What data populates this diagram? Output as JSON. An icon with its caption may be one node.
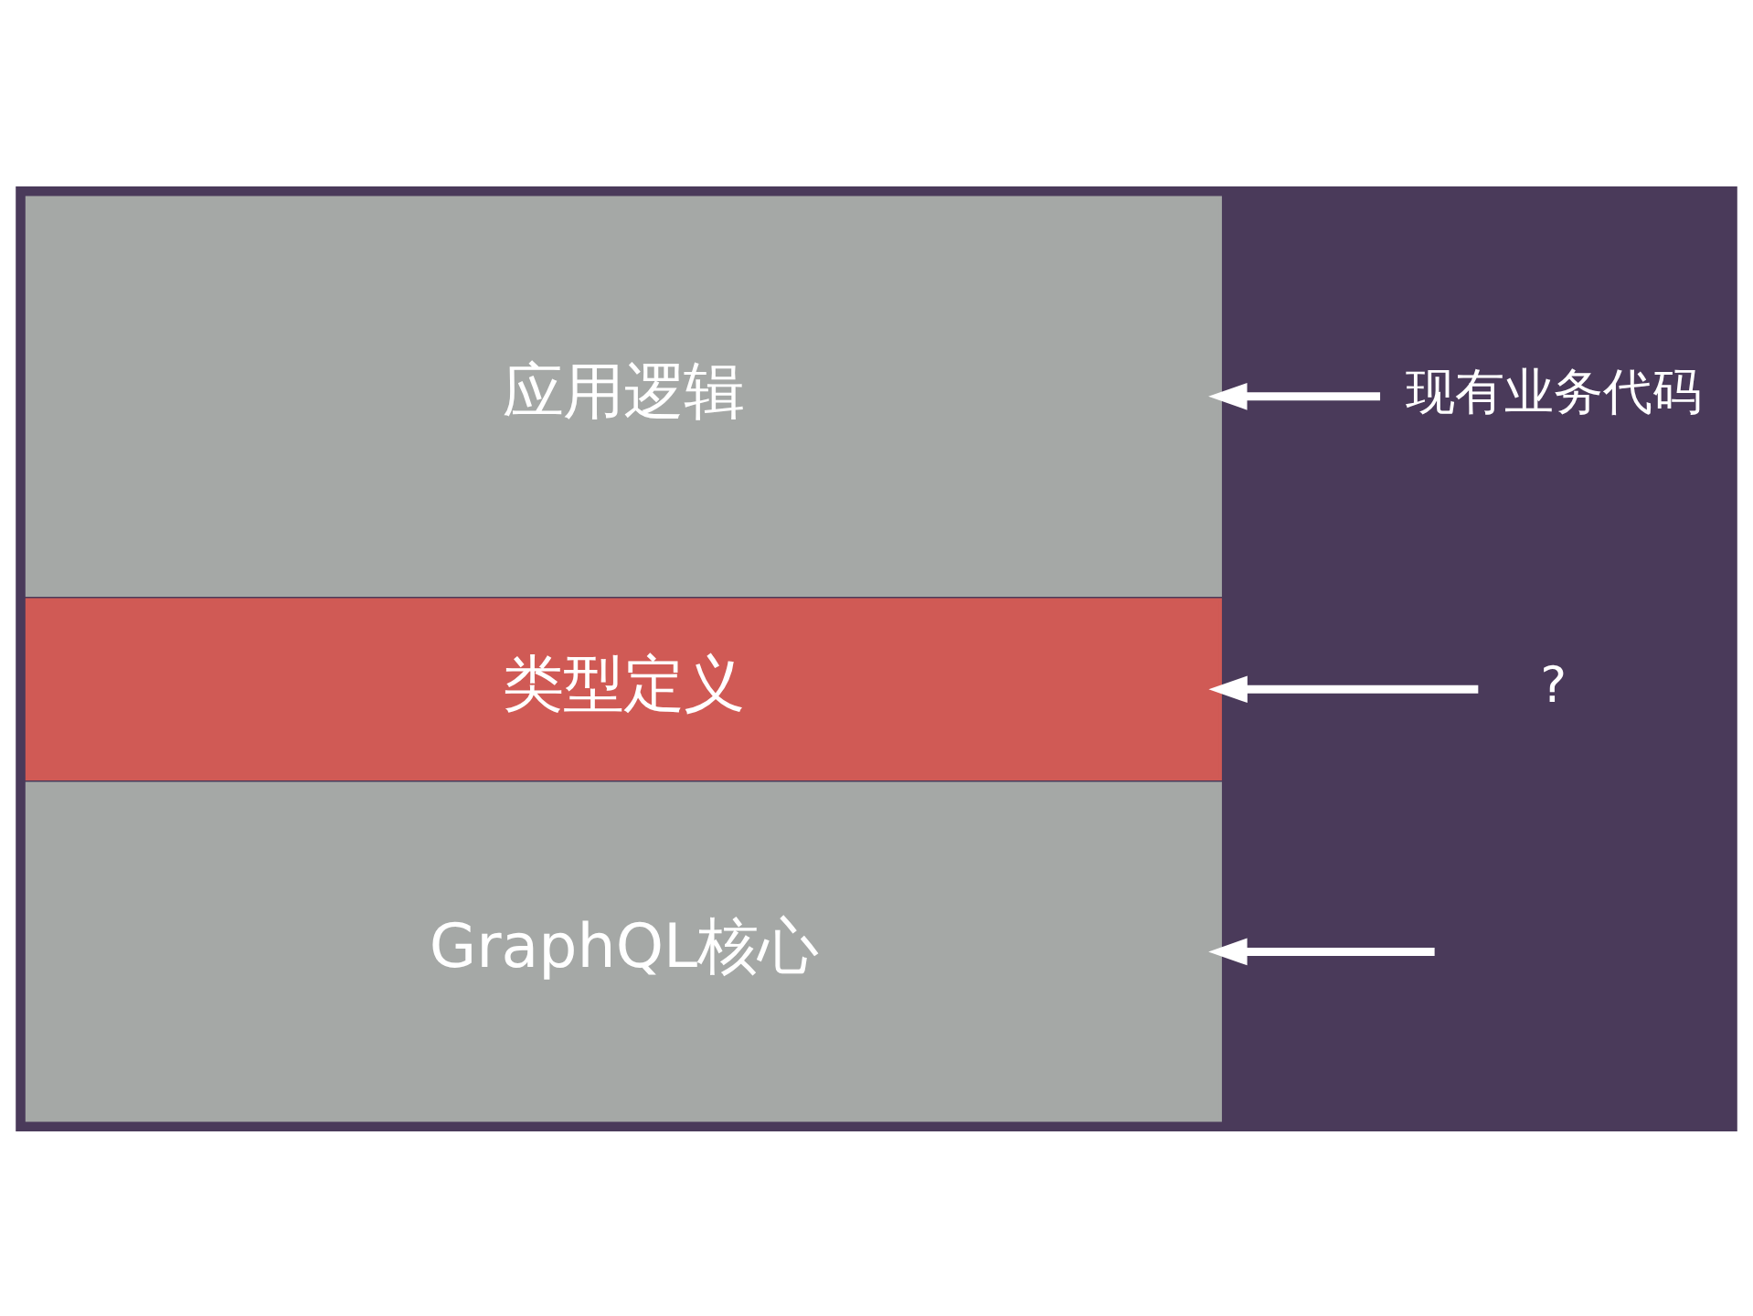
{
  "diagram": {
    "nodes": [
      {
        "text": [
          "GraphQL核心"
        ]
      },
      {
        "text": [
          "类型定义"
        ]
      },
      {
        "text": [
          "应用逻辑"
        ]
      },
      {
        "text": [
          "?"
        ]
      },
      {
        "text": [
          "现有业务代码"
        ]
      }
    ],
    "edges": [
      {
        "from": null,
        "to": 0,
        "arrow": "to"
      },
      {
        "from": 3,
        "to": 1,
        "arrow": "to"
      },
      {
        "from": 4,
        "to": 2,
        "arrow": "to"
      }
    ]
  }
}
